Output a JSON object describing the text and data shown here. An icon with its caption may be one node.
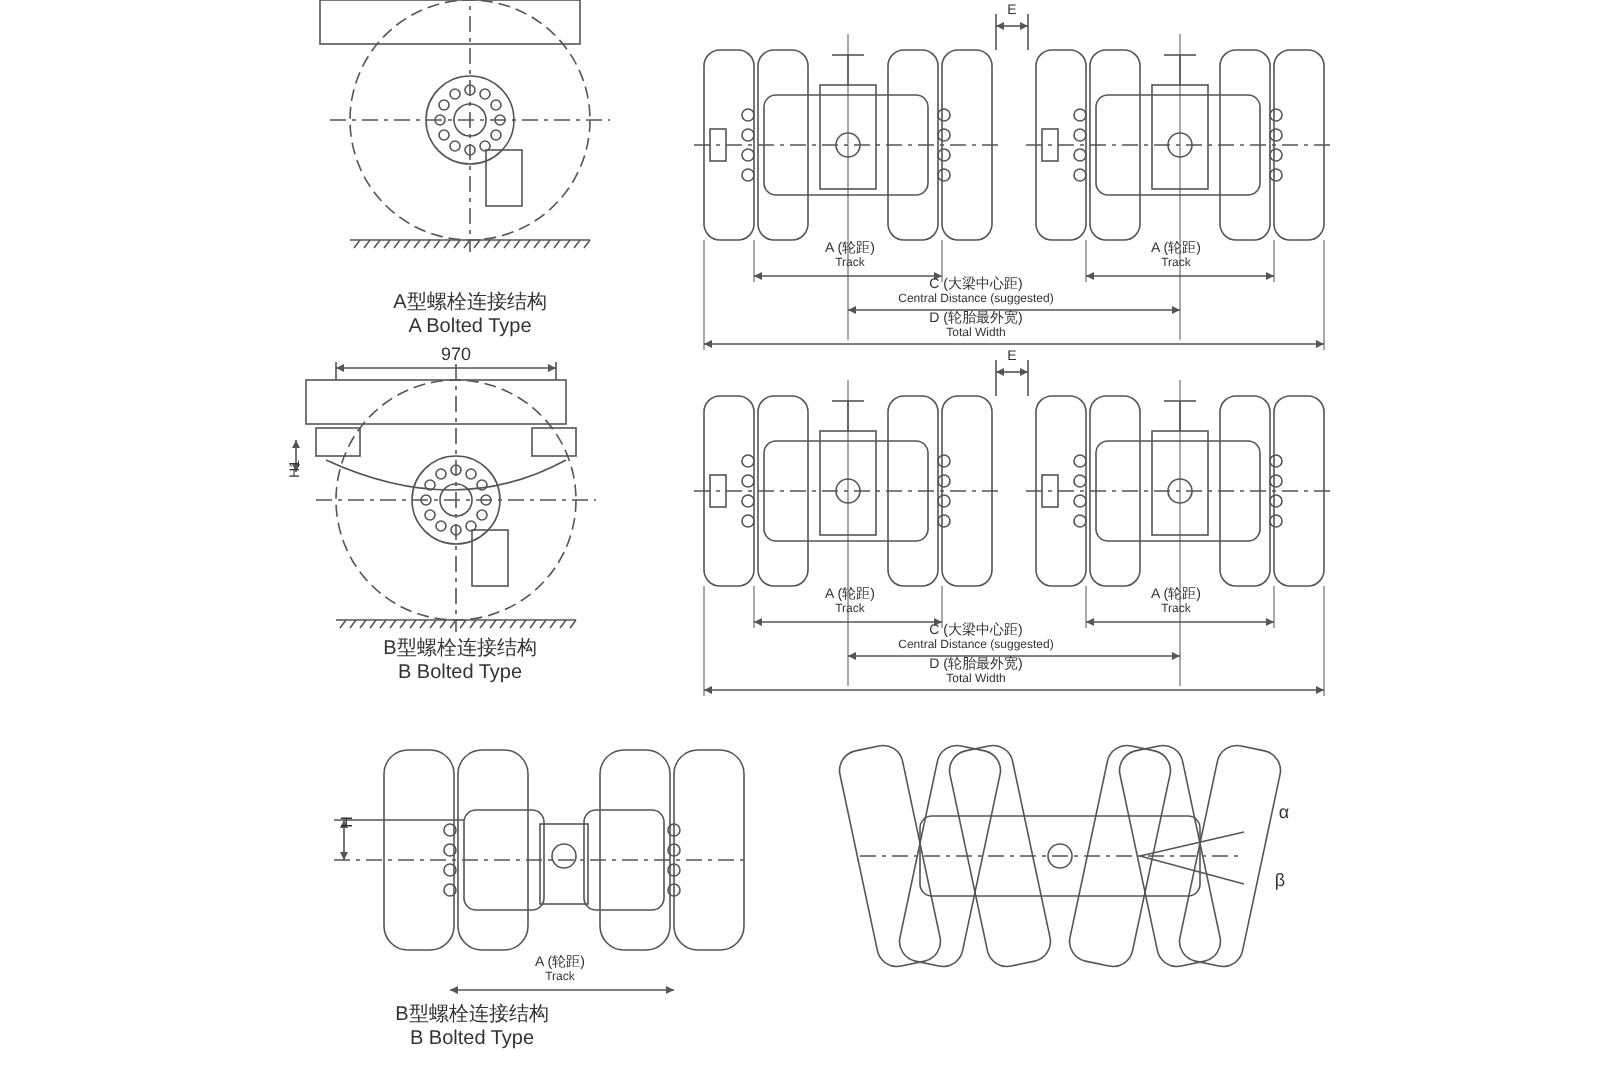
{
  "diagram": {
    "labels": [
      "E",
      "A (轮距)",
      "Track",
      "A (轮距)",
      "Track",
      "C (大梁中心距)",
      "Central Distance (suggested)",
      "A型螺栓连接结构",
      "A Bolted Type",
      "D (轮胎最外宽)",
      "Total Width",
      "E",
      "970",
      "H1",
      "A (轮距)",
      "Track",
      "A (轮距)",
      "Track",
      "C (大梁中心距)",
      "Central Distance (suggested)",
      "D (轮胎最外宽)",
      "Total Width",
      "B型螺栓连接结构",
      "B Bolted Type",
      "H",
      "α",
      "β",
      "A (轮距)",
      "Track",
      "B型螺栓连接结构",
      "B Bolted Type"
    ]
  }
}
